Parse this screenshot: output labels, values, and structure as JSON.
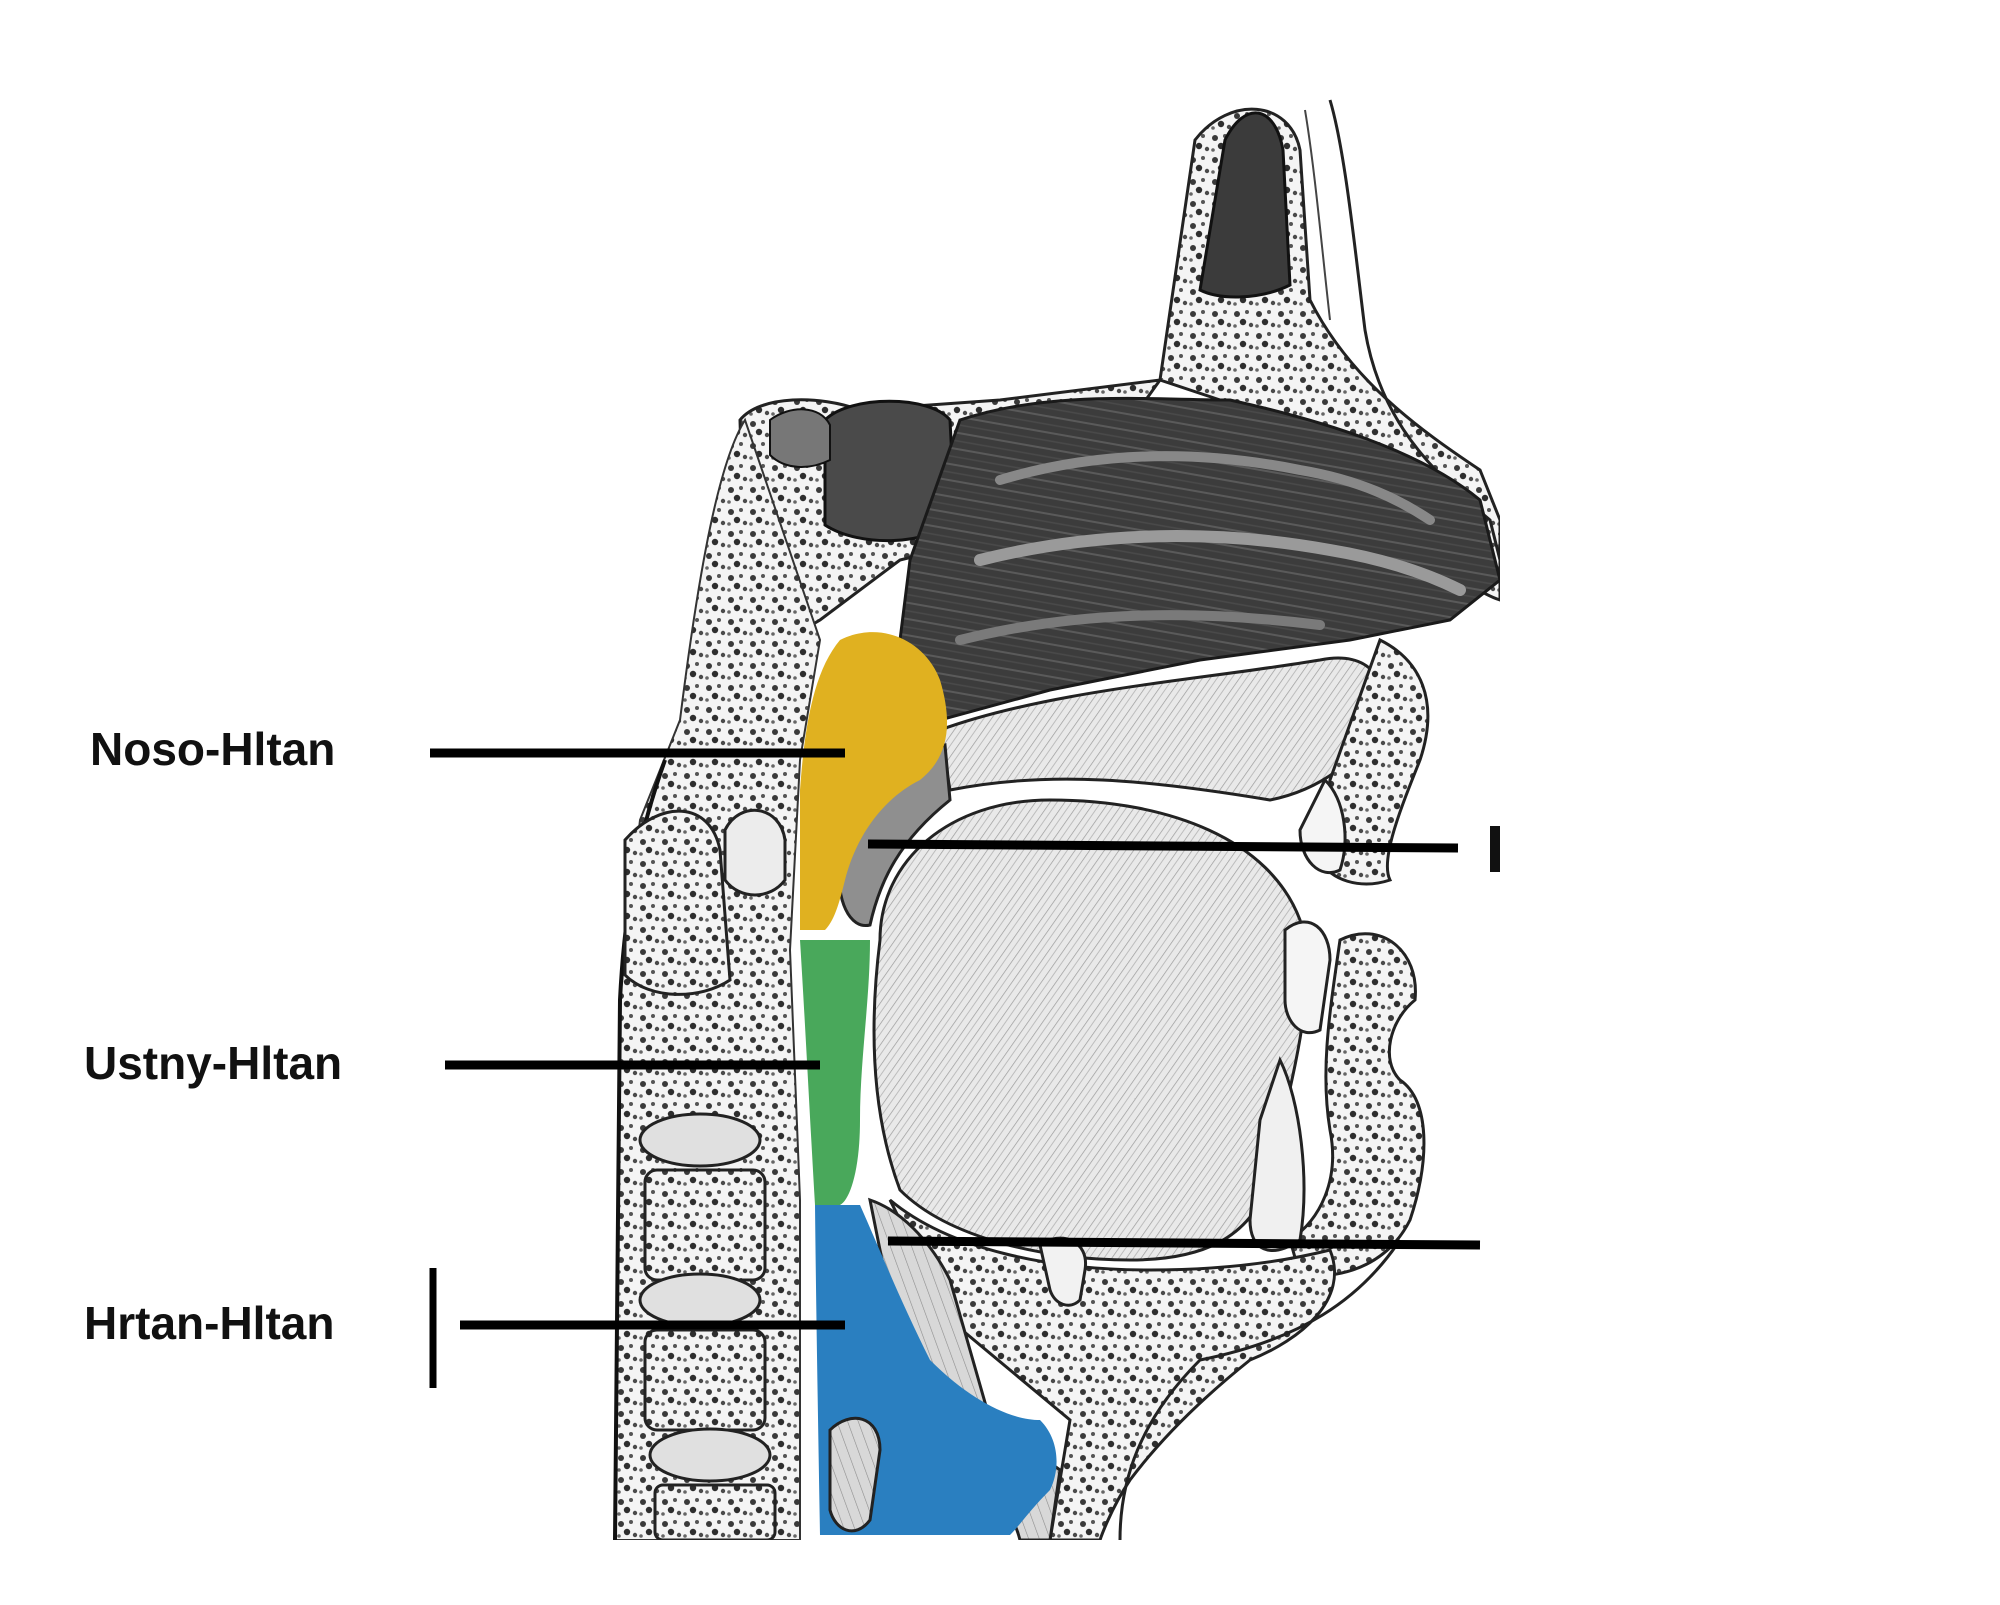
{
  "labels": {
    "nasopharynx": "Noso-Hltan",
    "oropharynx": "Ustny-Hltan",
    "laryngopharynx": "Hrtan-Hltan"
  },
  "region_colors": {
    "nasopharynx": "#E0B120",
    "oropharynx": "#49A85B",
    "laryngopharynx": "#2A7FC0"
  }
}
